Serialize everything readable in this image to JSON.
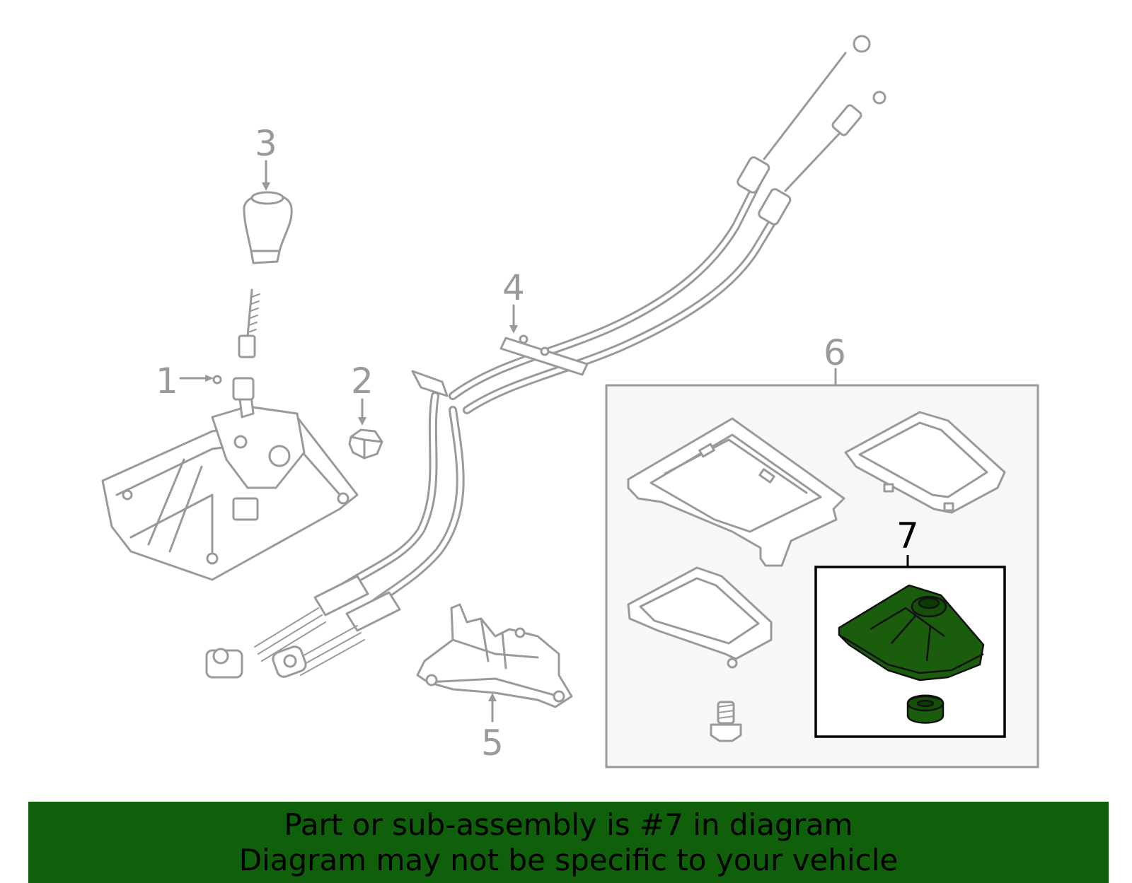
{
  "callouts": [
    "1",
    "2",
    "3",
    "4",
    "5",
    "6",
    "7"
  ],
  "highlight_color": "#1a5e0d",
  "banner": {
    "color": "#0f5f0b",
    "line1": "Part or sub-assembly is #7 in diagram",
    "line2": "Diagram may not be specific to your vehicle"
  }
}
